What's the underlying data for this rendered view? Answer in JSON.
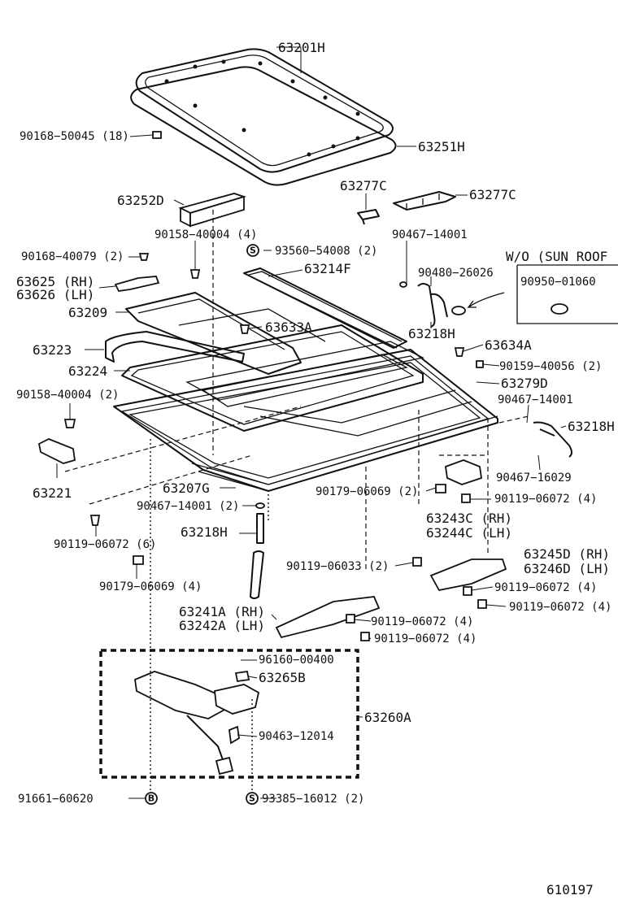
{
  "labels": {
    "p63201H": "63201H",
    "p63251H": "63251H",
    "p90168_50045": "90168−50045 (18)",
    "p63252D": "63252D",
    "p63277C_a": "63277C",
    "p63277C_b": "63277C",
    "p90158_40004_top": "90158−40004 (4)",
    "p93560_54008": "93560−54008 (2)",
    "p90467_14001_top": "90467−14001",
    "p90168_40079": "90168−40079 (2)",
    "p63214F": "63214F",
    "p90480_26026": "90480−26026",
    "p63625": "63625 (RH)",
    "p63626": "63626 (LH)",
    "p63209": "63209",
    "p63633A": "63633A",
    "p63218H_top": "63218H",
    "p63634A": "63634A",
    "p63223": "63223",
    "p63224": "63224",
    "p90159_40056": "90159−40056 (2)",
    "p63279D": "63279D",
    "p90158_40004_left": "90158−40004 (2)",
    "p90467_14001_right": "90467−14001",
    "p63218H_right": "63218H",
    "p90467_16029": "90467−16029",
    "p63221": "63221",
    "p63207G": "63207G",
    "p90179_06069_mid": "90179−06069 (2)",
    "p90119_06072_r1": "90119−06072 (4)",
    "p90467_14001_mid": "90467−14001 (2)",
    "p63243C": "63243C (RH)",
    "p63244C": "63244C (LH)",
    "p63218H_mid": "63218H",
    "p90119_06072_left": "90119−06072 (6)",
    "p63245D": "63245D (RH)",
    "p63246D": "63246D (LH)",
    "p90119_06033": "90119−06033 (2)",
    "p90179_06069_left": "90179−06069 (4)",
    "p90119_06072_r2": "90119−06072 (4)",
    "p90119_06072_r3": "90119−06072 (4)",
    "p63241A": "63241A (RH)",
    "p63242A": "63242A (LH)",
    "p90119_06072_c1": "90119−06072 (4)",
    "p90119_06072_c2": "90119−06072 (4)",
    "p96160_00400": "96160−00400",
    "p63265B": "63265B",
    "p63260A": "63260A",
    "p90463_12014": "90463−12014",
    "p91661_60620": "91661−60620",
    "p93385_16012": "93385−16012 (2)",
    "p90950_01060": "90950−01060",
    "wo_sunroof": "W/O (SUN ROOF",
    "figure_no": "610197"
  },
  "markers": {
    "s_top": "S",
    "s_bottom": "S",
    "b_bottom": "B"
  }
}
